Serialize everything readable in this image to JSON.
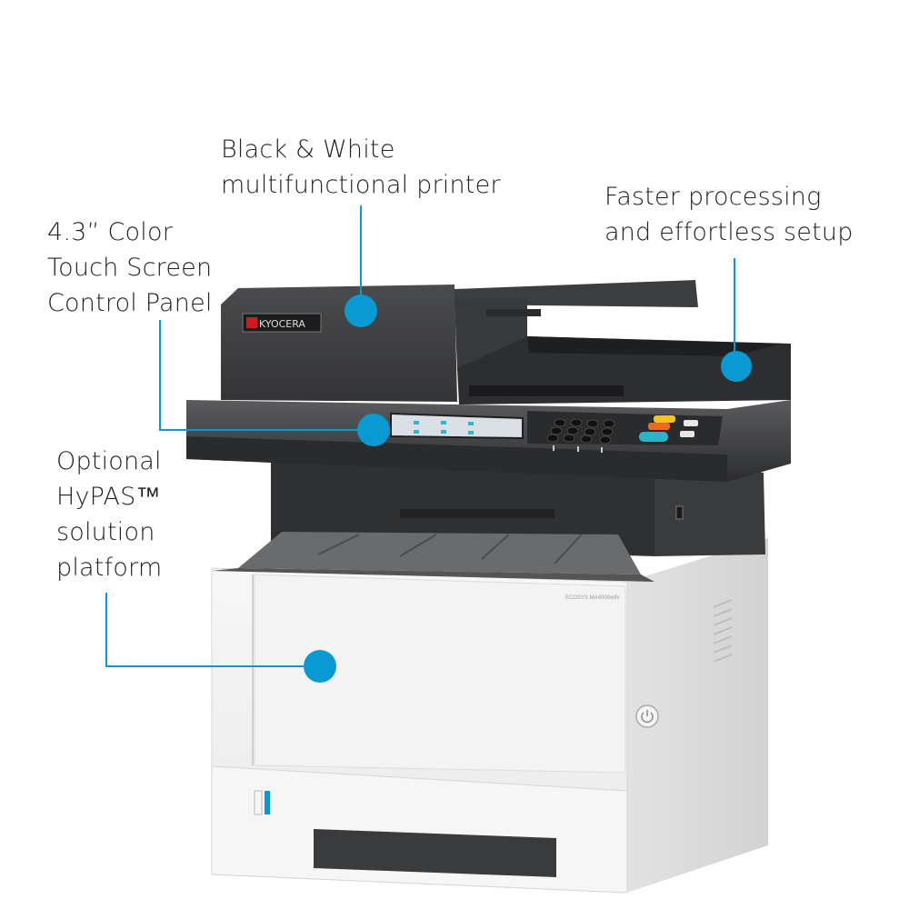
{
  "callouts": {
    "bw": {
      "lines": [
        "Black & White",
        "multifunctional printer"
      ]
    },
    "speed": {
      "lines": [
        "Faster processing",
        "and effortless setup"
      ]
    },
    "panel": {
      "lines": [
        "4.3” Color",
        "Touch Screen",
        "Control Panel"
      ]
    },
    "hypas": {
      "lines": [
        "Optional",
        "HyPAS™",
        "solution",
        "platform"
      ]
    }
  },
  "product": {
    "brand_logo": "KYOCERA",
    "model_label": "ECOSYS MA4000wifx"
  },
  "colors": {
    "accent": "#0a9ad3",
    "body_dark": "#3b3c3e",
    "body_white": "#f1f1f1",
    "brand_red": "#d7161e"
  }
}
